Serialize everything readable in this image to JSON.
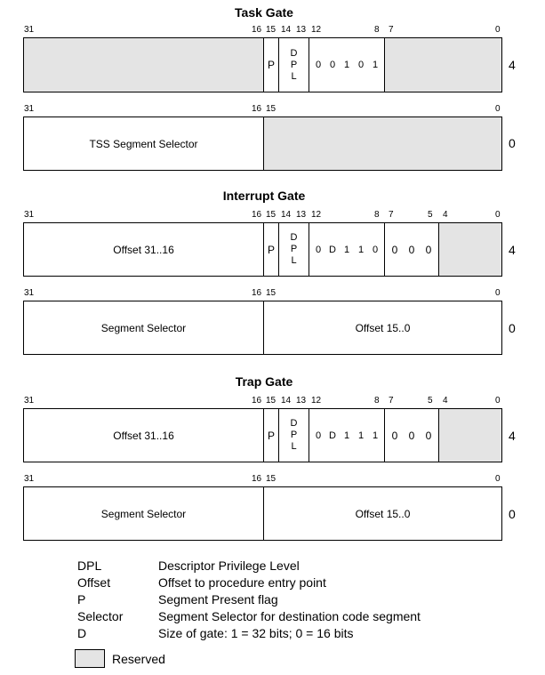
{
  "colors": {
    "reserved": "#e4e4e4",
    "line": "#000000"
  },
  "gates": [
    {
      "title": "Task Gate",
      "upper": {
        "bits": [
          "31",
          "16",
          "15",
          "14",
          "13",
          "12",
          "8",
          "7",
          "0"
        ],
        "offset_label": "",
        "p": "P",
        "dpl": [
          "D",
          "P",
          "L"
        ],
        "type_bits": [
          "0",
          "0",
          "1",
          "0",
          "1"
        ],
        "low_bits": [],
        "dword": "4"
      },
      "lower": {
        "bits": [
          "31",
          "16",
          "15",
          "0"
        ],
        "left_label": "TSS Segment Selector",
        "right_label": "",
        "dword": "0"
      }
    },
    {
      "title": "Interrupt Gate",
      "upper": {
        "bits": [
          "31",
          "16",
          "15",
          "14",
          "13",
          "12",
          "8",
          "7",
          "5",
          "4",
          "0"
        ],
        "offset_label": "Offset 31..16",
        "p": "P",
        "dpl": [
          "D",
          "P",
          "L"
        ],
        "type_bits": [
          "0",
          "D",
          "1",
          "1",
          "0"
        ],
        "low_bits": [
          "0",
          "0",
          "0"
        ],
        "dword": "4"
      },
      "lower": {
        "bits": [
          "31",
          "16",
          "15",
          "0"
        ],
        "left_label": "Segment Selector",
        "right_label": "Offset 15..0",
        "dword": "0"
      }
    },
    {
      "title": "Trap Gate",
      "upper": {
        "bits": [
          "31",
          "16",
          "15",
          "14",
          "13",
          "12",
          "8",
          "7",
          "5",
          "4",
          "0"
        ],
        "offset_label": "Offset 31..16",
        "p": "P",
        "dpl": [
          "D",
          "P",
          "L"
        ],
        "type_bits": [
          "0",
          "D",
          "1",
          "1",
          "1"
        ],
        "low_bits": [
          "0",
          "0",
          "0"
        ],
        "dword": "4"
      },
      "lower": {
        "bits": [
          "31",
          "16",
          "15",
          "0"
        ],
        "left_label": "Segment Selector",
        "right_label": "Offset 15..0",
        "dword": "0"
      }
    }
  ],
  "legend": [
    {
      "key": "DPL",
      "desc": "Descriptor Privilege Level"
    },
    {
      "key": "Offset",
      "desc": "Offset to procedure entry point"
    },
    {
      "key": "P",
      "desc": "Segment Present flag"
    },
    {
      "key": "Selector",
      "desc": "Segment Selector for destination code segment"
    },
    {
      "key": "D",
      "desc": "Size of gate: 1 = 32 bits; 0 = 16 bits"
    }
  ],
  "reserved_label": "Reserved"
}
